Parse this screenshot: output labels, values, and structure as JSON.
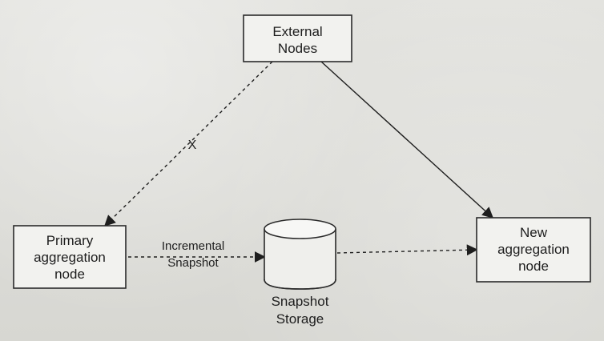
{
  "nodes": {
    "external": [
      "External",
      "Nodes"
    ],
    "primary": [
      "Primary",
      "aggregation",
      "node"
    ],
    "new_node": [
      "New",
      "aggregation",
      "node"
    ]
  },
  "storage": {
    "label": [
      "Snapshot",
      "Storage"
    ]
  },
  "edges": {
    "incremental_snapshot": [
      "Incremental",
      "Snapshot"
    ],
    "blocked_mark": "X"
  }
}
